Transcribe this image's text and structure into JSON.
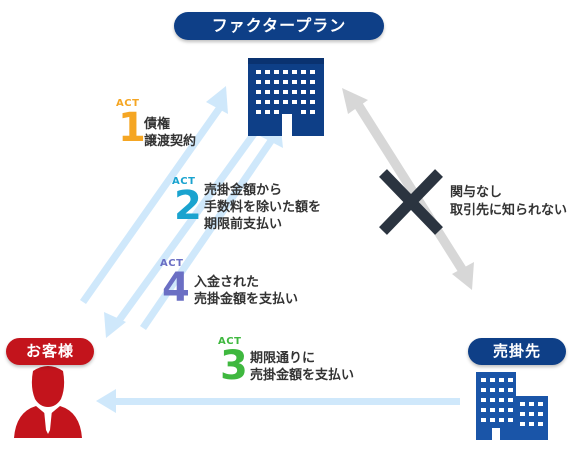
{
  "nodes": {
    "factor": "ファクタープラン",
    "customer": "お客様",
    "buyer": "売掛先"
  },
  "acts": [
    {
      "label": "ACT",
      "number": "1",
      "lines": [
        "債権",
        "譲渡契約"
      ],
      "color": "#f5a623"
    },
    {
      "label": "ACT",
      "number": "2",
      "lines": [
        "売掛金額から",
        "手数料を除いた額を",
        "期限前支払い"
      ],
      "color": "#1aa3cf"
    },
    {
      "label": "ACT",
      "number": "3",
      "lines": [
        "期限通りに",
        "売掛金額を支払い"
      ],
      "color": "#3fb83f"
    },
    {
      "label": "ACT",
      "number": "4",
      "lines": [
        "入金された",
        "売掛金額を支払い"
      ],
      "color": "#6b6fc4"
    }
  ],
  "note": {
    "lines": [
      "関与なし",
      "取引先に知られない"
    ]
  },
  "colors": {
    "navy": "#0e3f87",
    "red": "#c3141c",
    "arrow_blue": "#cfe8fb",
    "arrow_gray": "#d7d7d7",
    "cross": "#2b3440"
  }
}
